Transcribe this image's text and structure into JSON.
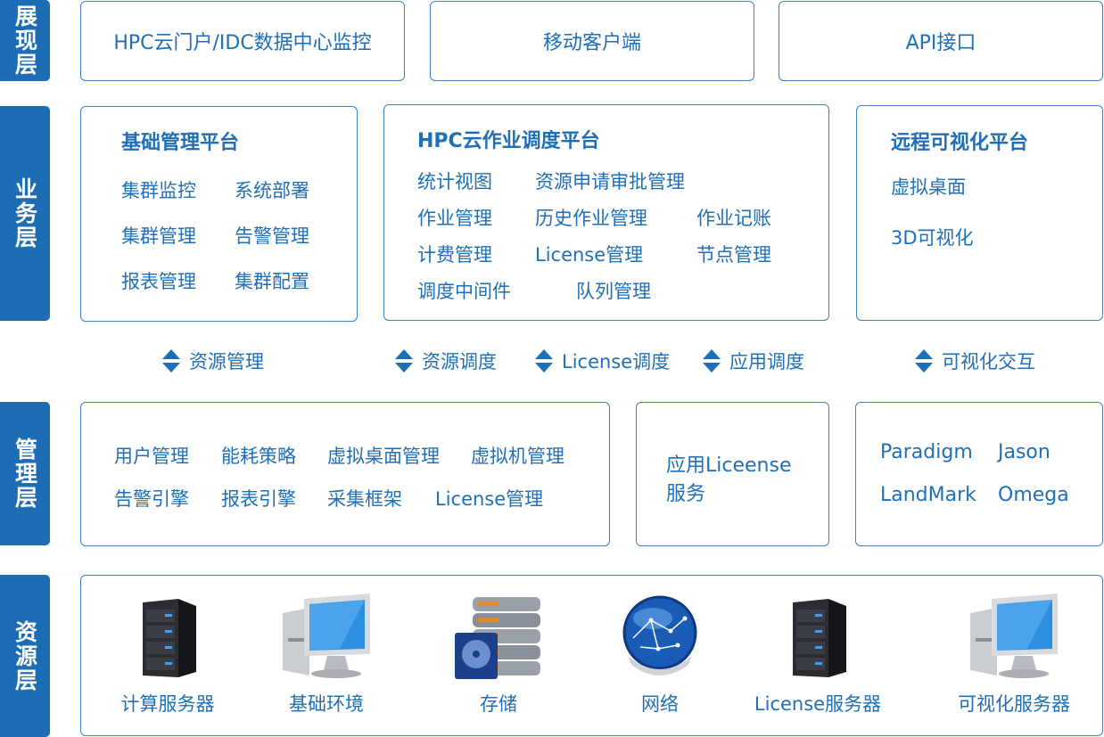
{
  "layers": {
    "presentation": "展现层",
    "business": "业务层",
    "management": "管理层",
    "resource": "资源层"
  },
  "presentation": {
    "portal": "HPC云门户/IDC数据中心监控",
    "mobile": "移动客户端",
    "api": "API接口"
  },
  "business": {
    "basic": {
      "title": "基础管理平台",
      "items": [
        "集群监控",
        "系统部署",
        "集群管理",
        "告警管理",
        "报表管理",
        "集群配置"
      ]
    },
    "hpc": {
      "title": "HPC云作业调度平台",
      "items": [
        "统计视图",
        "资源申请审批管理",
        "作业管理",
        "历史作业管理",
        "作业记账",
        "计费管理",
        "License管理",
        "节点管理",
        "调度中间件",
        "队列管理"
      ]
    },
    "remote": {
      "title": "远程可视化平台",
      "items": [
        "虚拟桌面",
        "3D可视化"
      ]
    }
  },
  "links": [
    "资源管理",
    "资源调度",
    "License调度",
    "应用调度",
    "可视化交互"
  ],
  "management": {
    "left": [
      "用户管理",
      "能耗策略",
      "虚拟桌面管理",
      "虚拟机管理",
      "告警引擎",
      "报表引擎",
      "采集框架",
      "License管理"
    ],
    "middle": [
      "应用Liceense",
      "服务"
    ],
    "right": [
      "Paradigm",
      "Jason",
      "LandMark",
      "Omega"
    ]
  },
  "resources": [
    {
      "label": "计算服务器",
      "icon": "server-icon"
    },
    {
      "label": "基础环境",
      "icon": "monitor-icon"
    },
    {
      "label": "存储",
      "icon": "storage-icon"
    },
    {
      "label": "网络",
      "icon": "globe-icon"
    },
    {
      "label": "License服务器",
      "icon": "server-icon"
    },
    {
      "label": "可视化服务器",
      "icon": "monitor-icon"
    }
  ],
  "colors": {
    "accent": "#1d6db5",
    "text": "#1e6fb8",
    "border": "#3f7ec0"
  }
}
